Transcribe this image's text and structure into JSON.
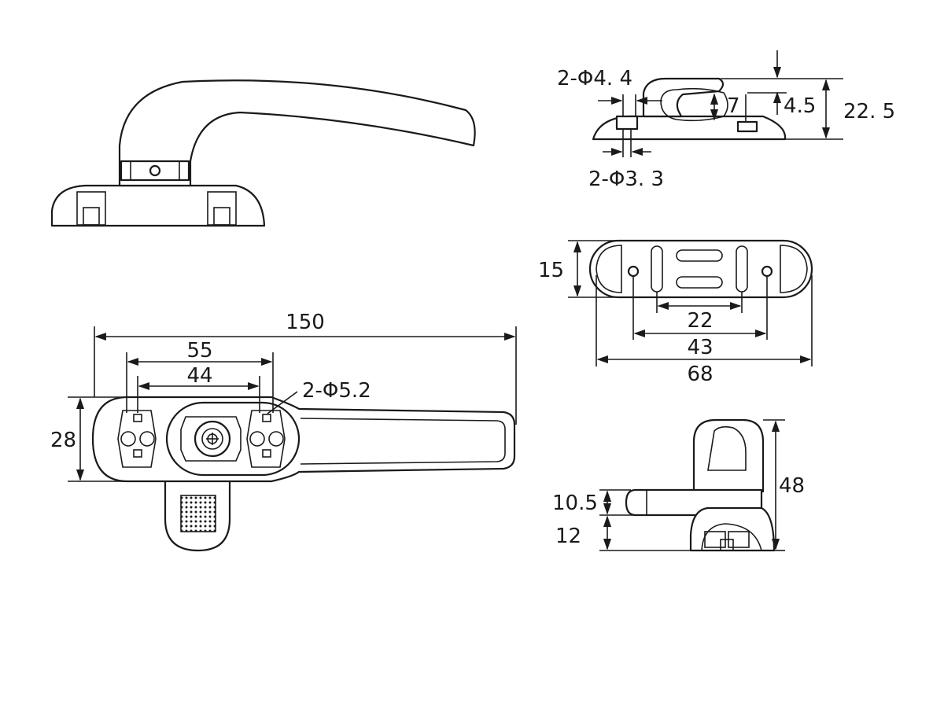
{
  "dimensions": {
    "top_view": {
      "overall_length": "150",
      "outer_spacing": "55",
      "inner_spacing": "44",
      "hole_callout": "2-Φ5.2",
      "width": "28"
    },
    "side_view": {
      "hole_callout_upper": "2-Φ4. 4",
      "hole_callout_lower": "2-Φ3. 3",
      "depth_a": "7",
      "depth_b": "4.5",
      "height": "22. 5"
    },
    "base_view": {
      "width": "15",
      "inner_spacing": "22",
      "hole_spacing": "43",
      "length": "68"
    },
    "end_view": {
      "upper_height": "10.5",
      "lower_height": "12",
      "total_height": "48"
    }
  },
  "colors": {
    "line": "#1a1a1a",
    "background": "#ffffff"
  }
}
